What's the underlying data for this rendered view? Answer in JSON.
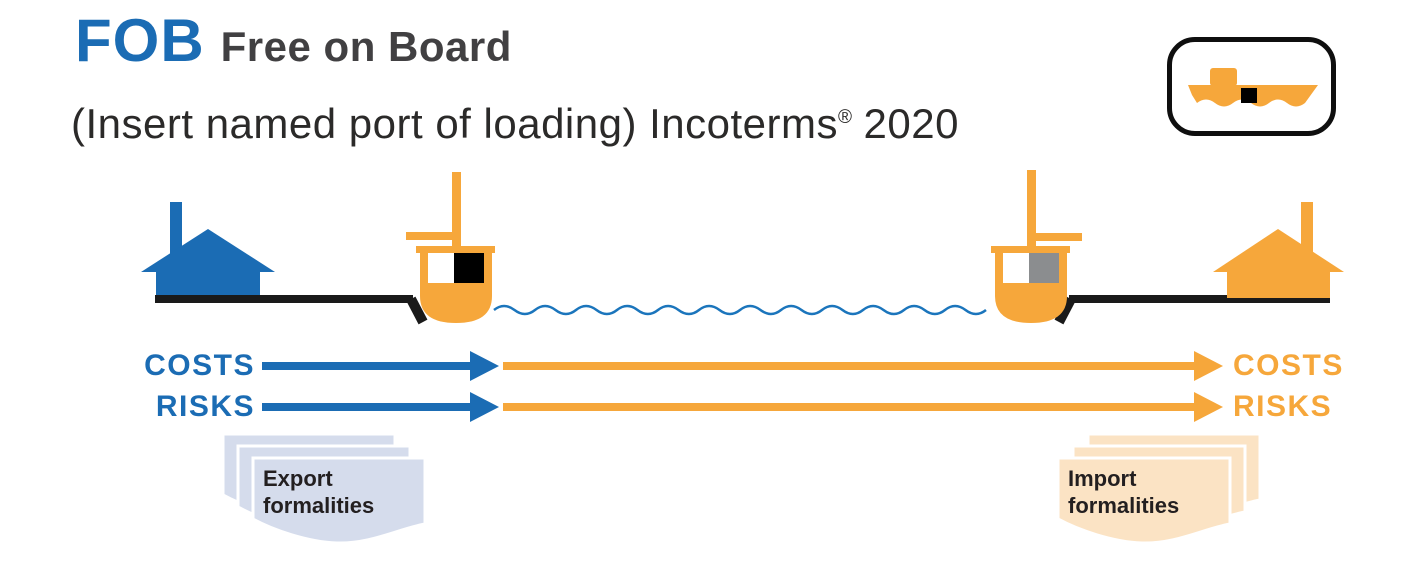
{
  "header": {
    "abbreviation": "FOB",
    "term_name": "Free on Board",
    "subtitle_prefix": "(Insert named port of loading) Incoterms",
    "registered_mark": "®",
    "year": "2020"
  },
  "labels": {
    "seller_costs": "COSTS",
    "seller_risks": "RISKS",
    "buyer_costs": "COSTS",
    "buyer_risks": "RISKS",
    "export_formalities": "Export formalities",
    "import_formalities": "Import formalities"
  },
  "icons": {
    "transport_mode_badge": "cargo-ship-icon",
    "seller_premises": "blue-factory-icon",
    "buyer_premises": "orange-factory-icon",
    "vessel_at_loading_port": "ship-with-crane-icon",
    "vessel_at_destination_port": "ship-with-crane-icon",
    "export_documents": "document-stack-icon",
    "import_documents": "document-stack-icon",
    "sea": "wave-line"
  },
  "colors": {
    "seller_blue": "#1B6CB4",
    "buyer_orange": "#F6A73B",
    "sea_blue": "#1B75BC",
    "ink_black": "#1A1A1A",
    "container_black": "#000000",
    "container_gray": "#8B8D8F",
    "term_name_gray": "#414042",
    "subtitle_ink": "#2B2A29",
    "export_paper": "#D5DCEC",
    "import_paper": "#FBE3C4",
    "formalities_ink": "#231F20"
  }
}
